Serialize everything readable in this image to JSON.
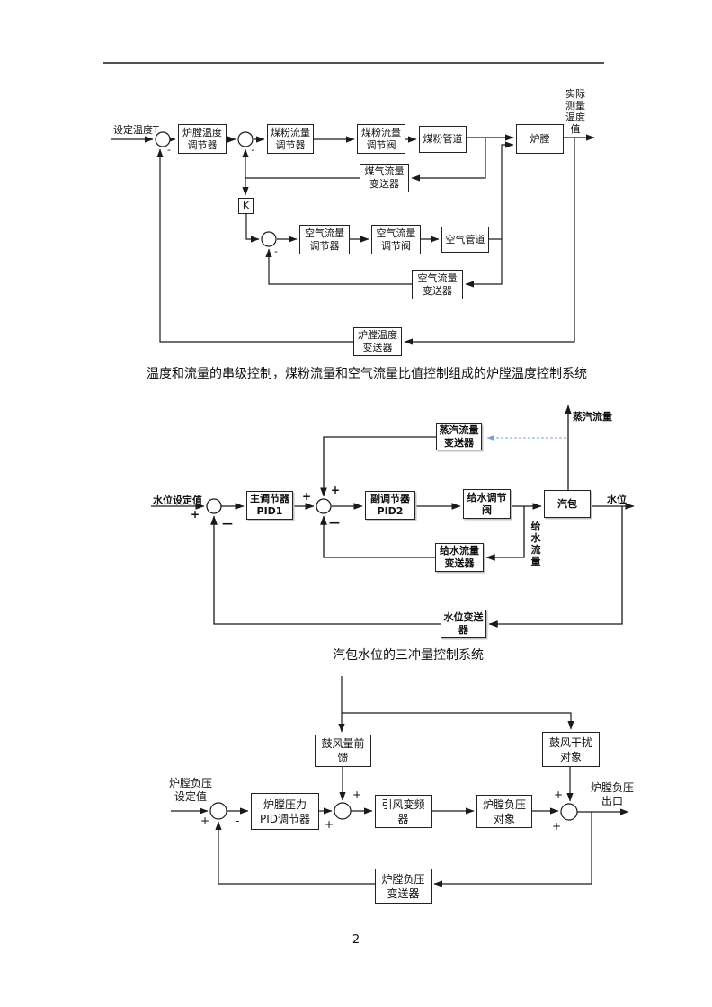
{
  "glyphs": {
    "plus": "+",
    "minus": "-",
    "em_minus": "—"
  },
  "page": {
    "number": "2"
  },
  "captions": {
    "c1": "温度和流量的串级控制，煤粉流量和空气流量比值控制组成的炉膛温度控制系统",
    "c2": "汽包水位的三冲量控制系统"
  },
  "d1": {
    "input": "设定温度T",
    "output": [
      "实际",
      "测量",
      "温度",
      "值"
    ],
    "blocks": {
      "temp_ctrl": {
        "l1": "炉膛温度",
        "l2": "调节器"
      },
      "coal_ctrl": {
        "l1": "煤粉流量",
        "l2": "调节器"
      },
      "coal_valve": {
        "l1": "煤粉流量",
        "l2": "调节阀"
      },
      "coal_pipe": {
        "l1": "煤粉管道"
      },
      "furnace": {
        "l1": "炉膛"
      },
      "gas_tx": {
        "l1": "煤气流量",
        "l2": "变送器"
      },
      "k": {
        "l1": "K"
      },
      "air_ctrl": {
        "l1": "空气流量",
        "l2": "调节器"
      },
      "air_valve": {
        "l1": "空气流量",
        "l2": "调节阀"
      },
      "air_pipe": {
        "l1": "空气管道"
      },
      "air_tx": {
        "l1": "空气流量",
        "l2": "变送器"
      },
      "temp_tx": {
        "l1": "炉膛温度",
        "l2": "变送器"
      }
    }
  },
  "d2": {
    "setpoint": "水位设定值",
    "steam_flow": "蒸汽流量",
    "water_level": "水位",
    "feed_flow": [
      "给",
      "水",
      "流",
      "量"
    ],
    "blocks": {
      "pid1": {
        "l1": "主调节器",
        "l2": "PID1"
      },
      "pid2": {
        "l1": "副调节器",
        "l2": "PID2"
      },
      "feed_valve": {
        "l1": "给水调节",
        "l2": "阀"
      },
      "drum": {
        "l1": "汽包"
      },
      "steam_tx": {
        "l1": "蒸汽流量",
        "l2": "变送器"
      },
      "feed_tx": {
        "l1": "给水流量",
        "l2": "变送器"
      },
      "level_tx": {
        "l1": "水位变送",
        "l2": "器"
      }
    }
  },
  "d3": {
    "setpoint": {
      "l1": "炉膛负压",
      "l2": "设定值"
    },
    "outlet": {
      "l1": "炉膛负压",
      "l2": "出口"
    },
    "blocks": {
      "ff": {
        "l1": "鼓风量前",
        "l2": "馈"
      },
      "dist": {
        "l1": "鼓风干扰",
        "l2": "对象"
      },
      "pid": {
        "l1": "炉膛压力",
        "l2": "PID调节器"
      },
      "fan": {
        "l1": "引风变频",
        "l2": "器"
      },
      "plant": {
        "l1": "炉膛负压",
        "l2": "对象"
      },
      "tx": {
        "l1": "炉膛负压",
        "l2": "变送器"
      }
    }
  },
  "colors": {
    "line": "#1a1a1a",
    "steam_tap": "#7d9fd6"
  }
}
